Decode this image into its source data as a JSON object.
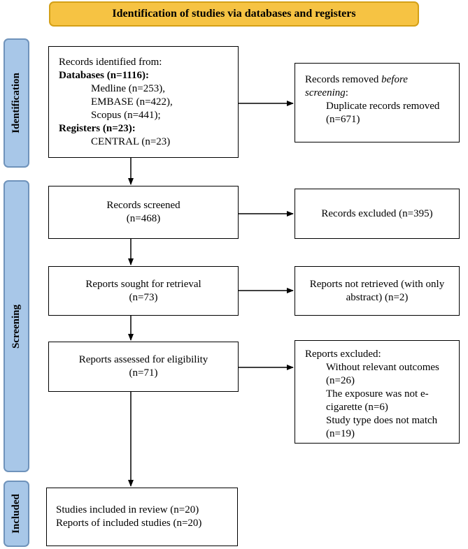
{
  "header": {
    "title": "Identification of studies via databases and registers"
  },
  "phases": {
    "identification": "Identification",
    "screening": "Screening",
    "included": "Included"
  },
  "records_identified": {
    "intro": "Records identified from:",
    "databases_label": "Databases (n=1116):",
    "databases": [
      "Medline (n=253),",
      "EMBASE (n=422),",
      "Scopus (n=441);"
    ],
    "registers_label": "Registers (n=23):",
    "registers": [
      "CENTRAL (n=23)"
    ]
  },
  "records_removed": {
    "line1_pre": "Records removed ",
    "line1_em": "before",
    "line2_em": "screening",
    "line2_post": ":",
    "item": "Duplicate records removed",
    "item_count": "(n=671)"
  },
  "records_screened": {
    "label": "Records screened",
    "count": "(n=468)"
  },
  "records_excluded": {
    "label": "Records excluded (n=395)"
  },
  "reports_sought": {
    "label": "Reports sought for retrieval",
    "count": "(n=73)"
  },
  "reports_not_retrieved": {
    "line1": "Reports not retrieved (with only",
    "line2": "abstract) (n=2)"
  },
  "reports_assessed": {
    "label": "Reports assessed for eligibility",
    "count": "(n=71)"
  },
  "reports_excluded": {
    "title": "Reports excluded:",
    "lines": [
      "Without relevant outcomes",
      "(n=26)",
      "The exposure was not e-",
      "cigarette (n=6)",
      "Study type does not match",
      "(n=19)"
    ]
  },
  "included": {
    "studies": "Studies included in review (n=20)",
    "reports": "Reports of included studies (n=20)"
  }
}
